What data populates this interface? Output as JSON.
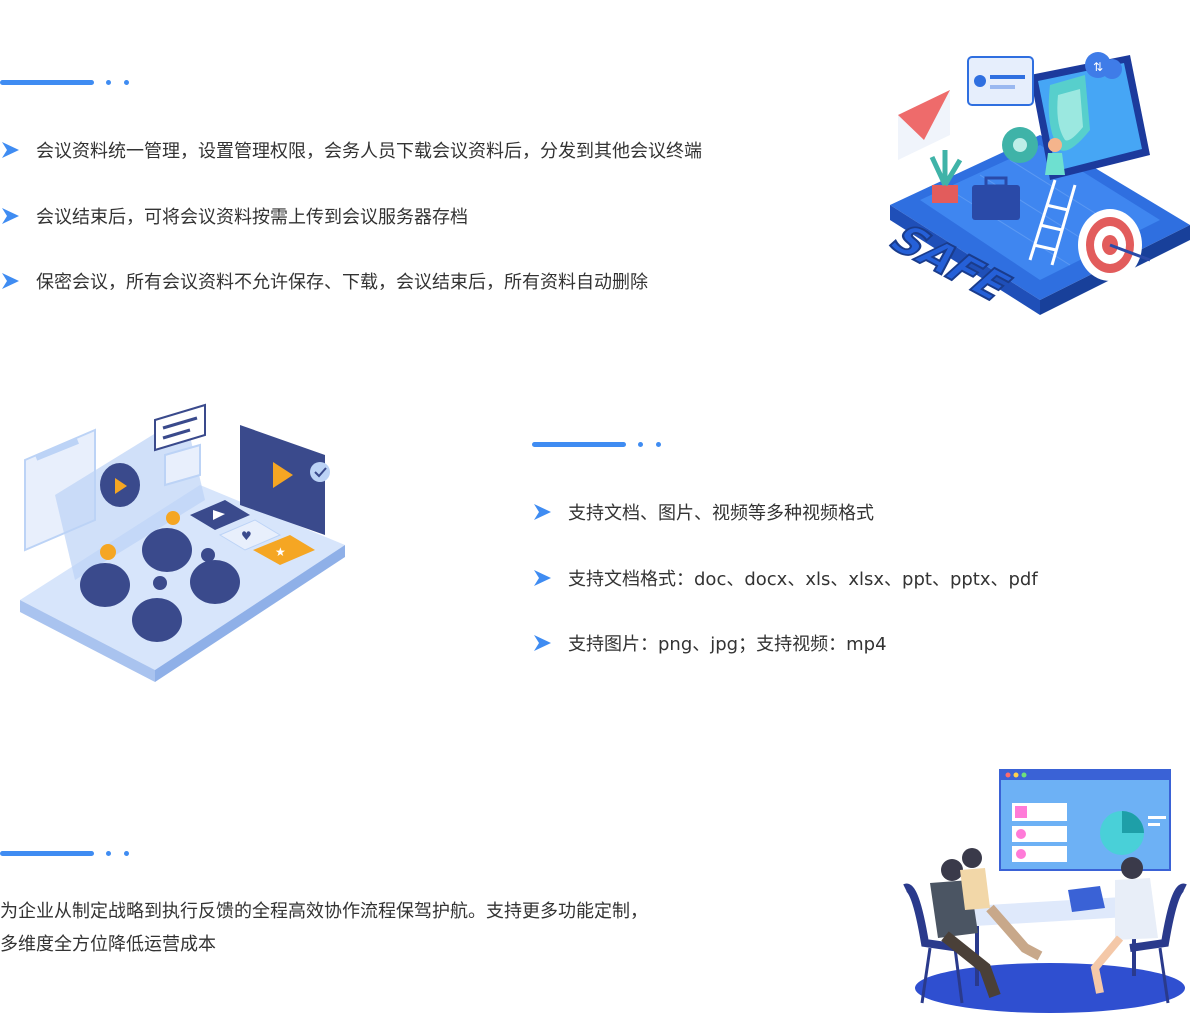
{
  "section1": {
    "features": [
      "会议资料统一管理，设置管理权限，会务人员下载会议资料后，分发到其他会议终端",
      "会议结束后，可将会议资料按需上传到会议服务器存档",
      "保密会议，所有会议资料不允许保存、下载，会议结束后，所有资料自动删除"
    ],
    "illustration_text": "SAFE"
  },
  "section2": {
    "features": [
      "支持文档、图片、视频等多种视频格式",
      "支持文档格式：doc、docx、xls、xlsx、ppt、pptx、pdf",
      "支持图片：png、jpg；支持视频：mp4"
    ]
  },
  "section3": {
    "paragraph_line1": "为企业从制定战略到执行反馈的全程高效协作流程保驾护航。支持更多功能定制，",
    "paragraph_line2": "多维度全方位降低运营成本"
  },
  "colors": {
    "accent": "#3f8cf2",
    "text": "#333333",
    "navy": "#3a4a8c",
    "light_blue": "#bcd3f6",
    "orange": "#f5a623"
  }
}
